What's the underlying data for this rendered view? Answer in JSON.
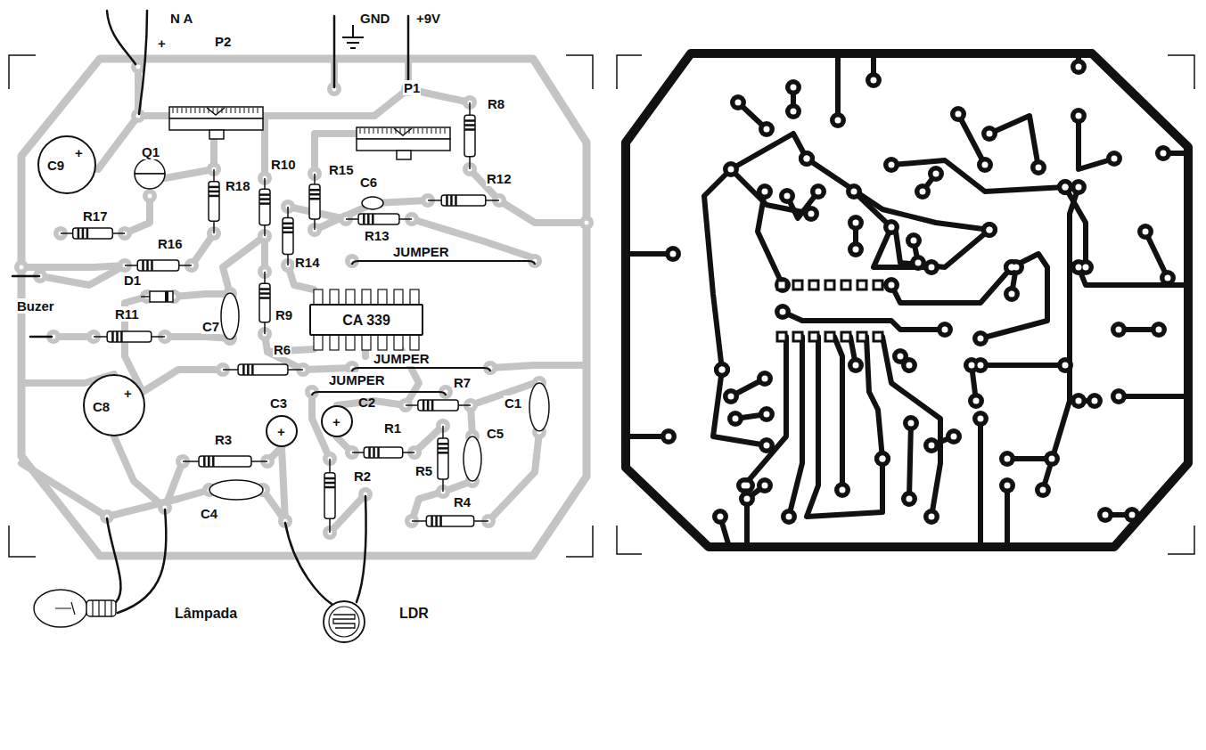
{
  "diagram": {
    "nodes": [
      {
        "text": [
          "CA 339"
        ]
      },
      {
        "text": [
          "C9",
          "+"
        ]
      },
      {
        "text": [
          "C8",
          "+"
        ]
      },
      {
        "text": [
          "C3",
          "+"
        ]
      },
      {
        "text": [
          "C2",
          "+"
        ]
      }
    ],
    "labels": [
      "N A",
      "+",
      "GND",
      "+9V",
      "P2",
      "P1",
      "R8",
      "Q1",
      "R18",
      "R10",
      "R15",
      "C6",
      "R12",
      "R17",
      "R13",
      "R14",
      "JUMPER",
      "R16",
      "D1",
      "Buzer",
      "R11",
      "C7",
      "R9",
      "R6",
      "JUMPER",
      "JUMPER",
      "R7",
      "C1",
      "R1",
      "R5",
      "C5",
      "R3",
      "R2",
      "R4",
      "C4",
      "Lâmpada",
      "LDR"
    ]
  }
}
